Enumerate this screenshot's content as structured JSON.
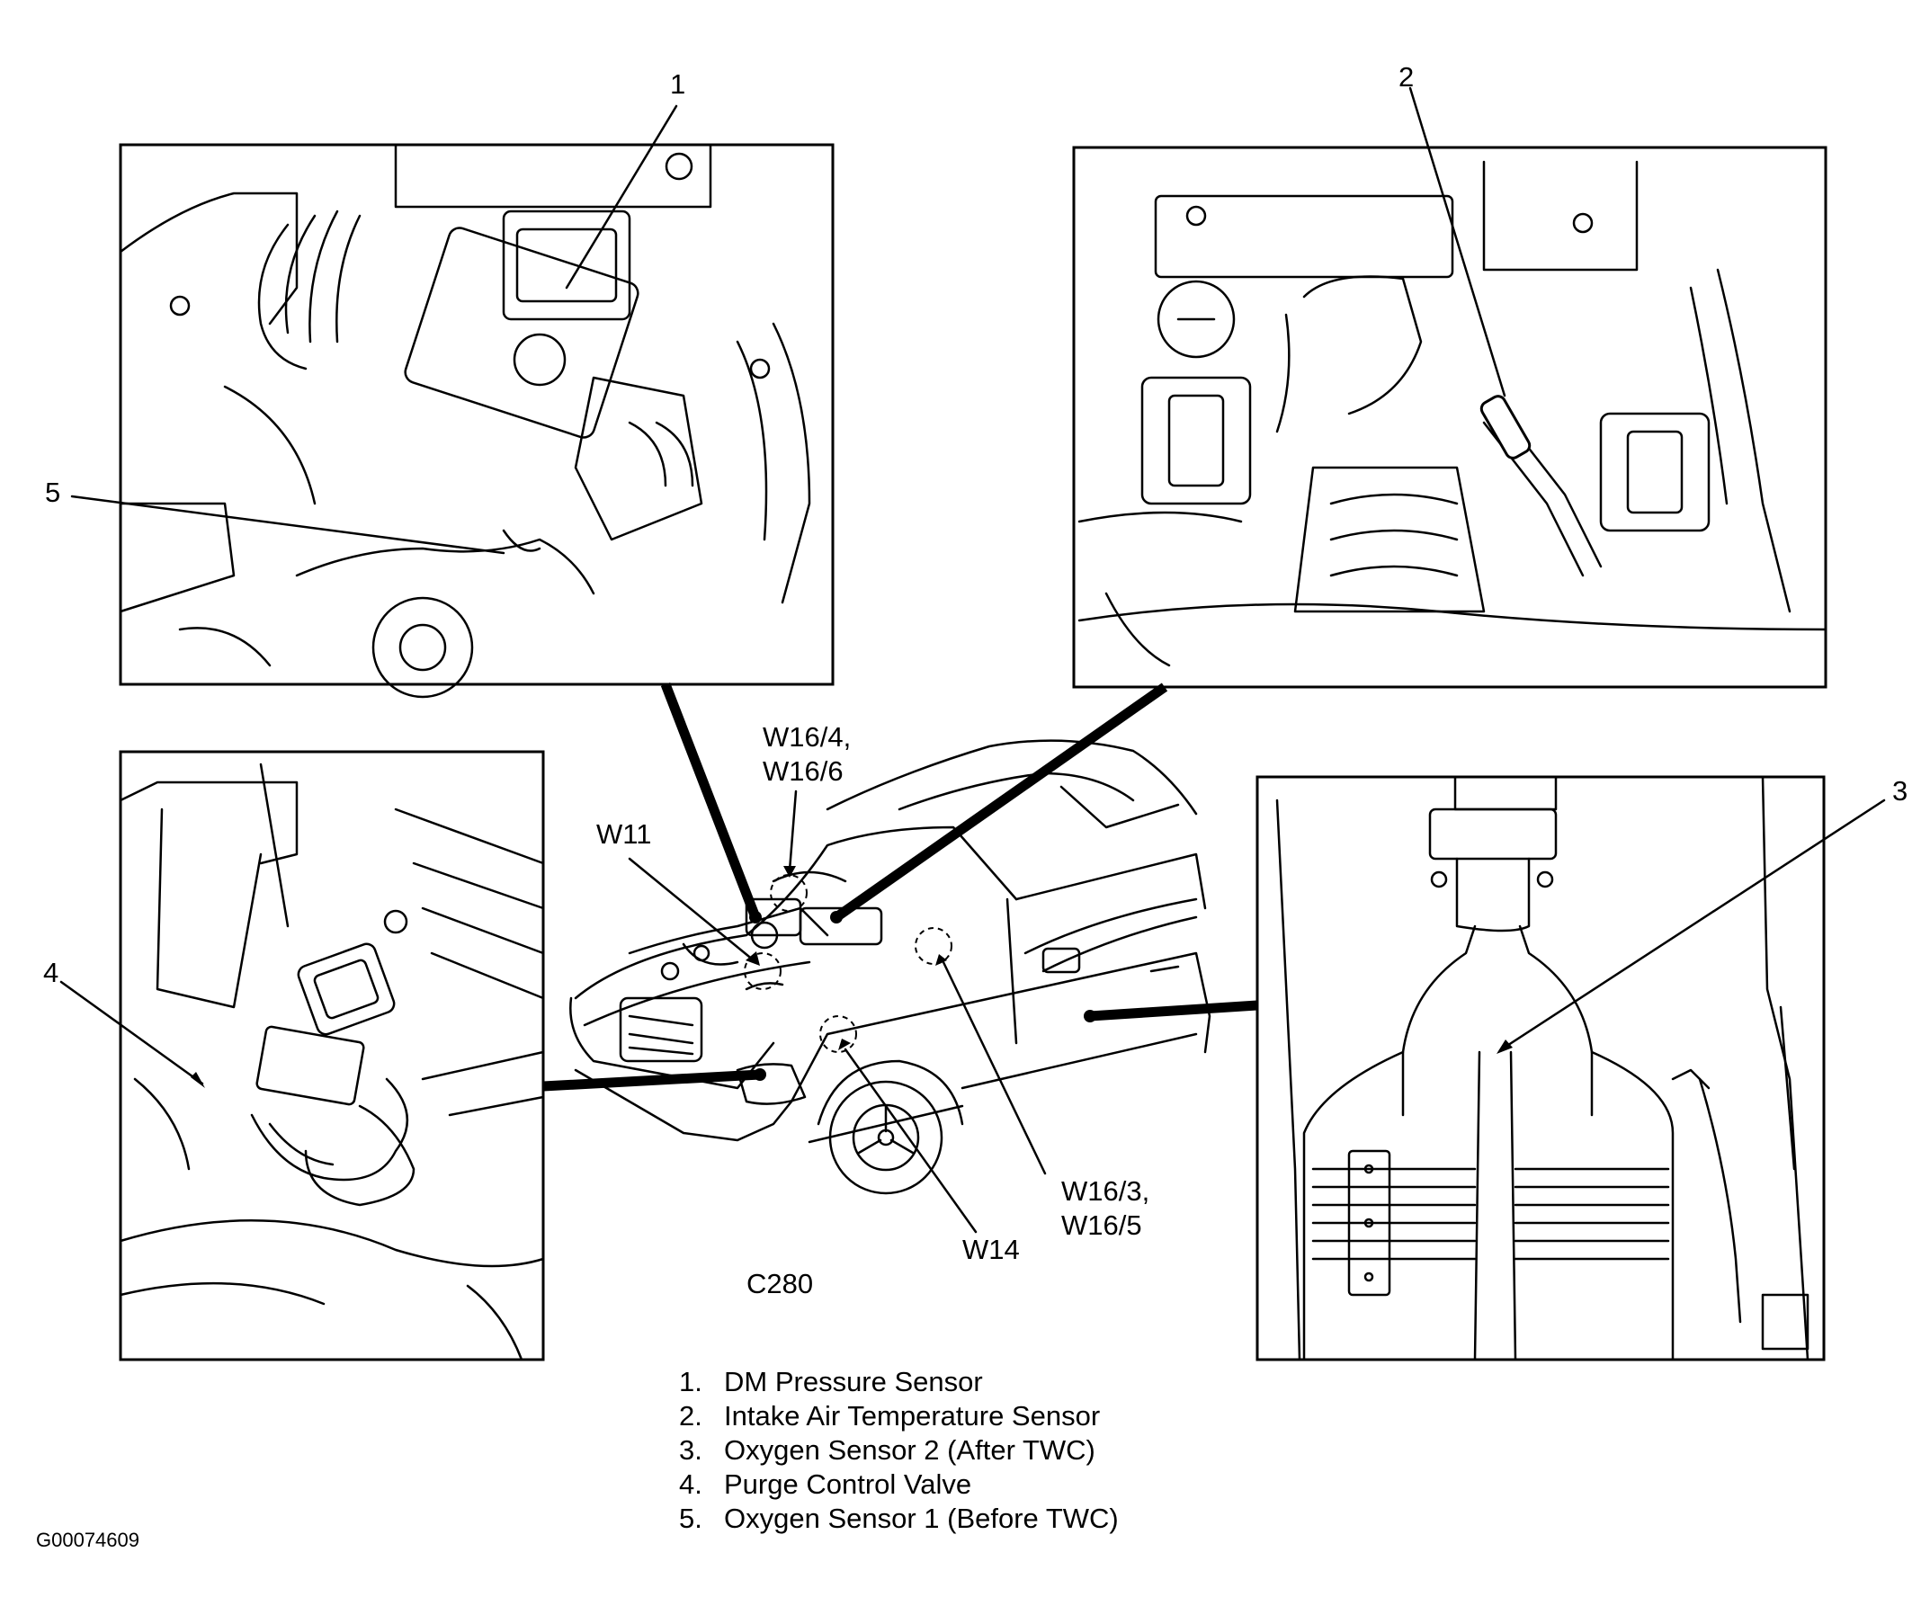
{
  "panels": {
    "top_left": {
      "callouts": [
        "1",
        "5"
      ]
    },
    "top_right": {
      "callouts": [
        "2"
      ]
    },
    "bottom_left": {
      "callouts": [
        "4"
      ]
    },
    "bottom_right": {
      "callouts": [
        "3"
      ]
    }
  },
  "car": {
    "model": "C280",
    "labels": {
      "w16_4": "W16/4,",
      "w16_6": "W16/6",
      "w11": "W11",
      "w14": "W14",
      "w16_3": "W16/3,",
      "w16_5": "W16/5"
    }
  },
  "legend": [
    {
      "num": "1.",
      "text": "DM Pressure Sensor"
    },
    {
      "num": "2.",
      "text": "Intake Air Temperature Sensor"
    },
    {
      "num": "3.",
      "text": "Oxygen Sensor 2 (After TWC)"
    },
    {
      "num": "4.",
      "text": "Purge Control Valve"
    },
    {
      "num": "5.",
      "text": "Oxygen Sensor 1 (Before TWC)"
    }
  ],
  "figure_id": "G00074609"
}
